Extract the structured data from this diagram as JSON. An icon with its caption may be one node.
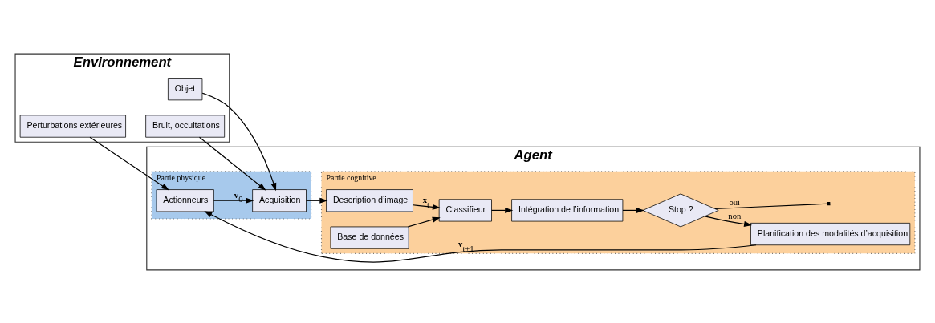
{
  "diagram": {
    "nodes": [
      {
        "text": [
          "Environnement"
        ]
      },
      {
        "text": [
          "Perturbations extérieures"
        ],
        "in": 0
      },
      {
        "text": [
          "Objet"
        ],
        "in": 0
      },
      {
        "text": [
          "Bruit, occultations"
        ],
        "in": 0
      },
      {
        "text": [
          "Agent"
        ]
      },
      {
        "text": [
          "Partie physique"
        ],
        "in": 4
      },
      {
        "text": [
          "Actionneurs"
        ],
        "in": 5
      },
      {
        "text": [
          "Acquisition"
        ],
        "in": 5
      },
      {
        "text": [
          "Partie cognitive"
        ],
        "in": 4
      },
      {
        "text": [
          "Planification des modalités d’acquisition"
        ],
        "in": 8
      },
      {
        "text": [
          "Stop ?"
        ],
        "in": 8
      },
      {
        "text": [
          "Intégration de l’information"
        ],
        "in": 8
      },
      {
        "text": [
          "Description d’image"
        ],
        "in": 8
      },
      {
        "text": [
          "Classifieur"
        ],
        "in": 8
      },
      {
        "text": [
          "Base de données"
        ],
        "in": 8
      }
    ],
    "edges": [
      {
        "from": 1,
        "to": 6,
        "arrow": "to"
      },
      {
        "from": 2,
        "to": 7,
        "arrow": "to"
      },
      {
        "from": 3,
        "to": 7,
        "arrow": "to"
      },
      {
        "from": 6,
        "to": 7,
        "arrow": "to",
        "label": "**v**$_{0}$"
      },
      {
        "from": 7,
        "to": 12,
        "arrow": "to"
      },
      {
        "from": 12,
        "to": 13,
        "arrow": "to",
        "label": "**x**$_{t}$"
      },
      {
        "from": 14,
        "to": 13,
        "arrow": "to"
      },
      {
        "from": 13,
        "to": 11,
        "arrow": "to"
      },
      {
        "from": 11,
        "to": 10,
        "arrow": "to"
      },
      {
        "from": 10,
        "to": 9,
        "arrow": "to",
        "label": "non"
      },
      {
        "from": 9,
        "to": 6,
        "arrow": "to",
        "label": "**v**$_{t+1}$"
      },
      {
        "from": 10,
        "to": null,
        "arrow": "other",
        "label": "oui"
      }
    ]
  }
}
